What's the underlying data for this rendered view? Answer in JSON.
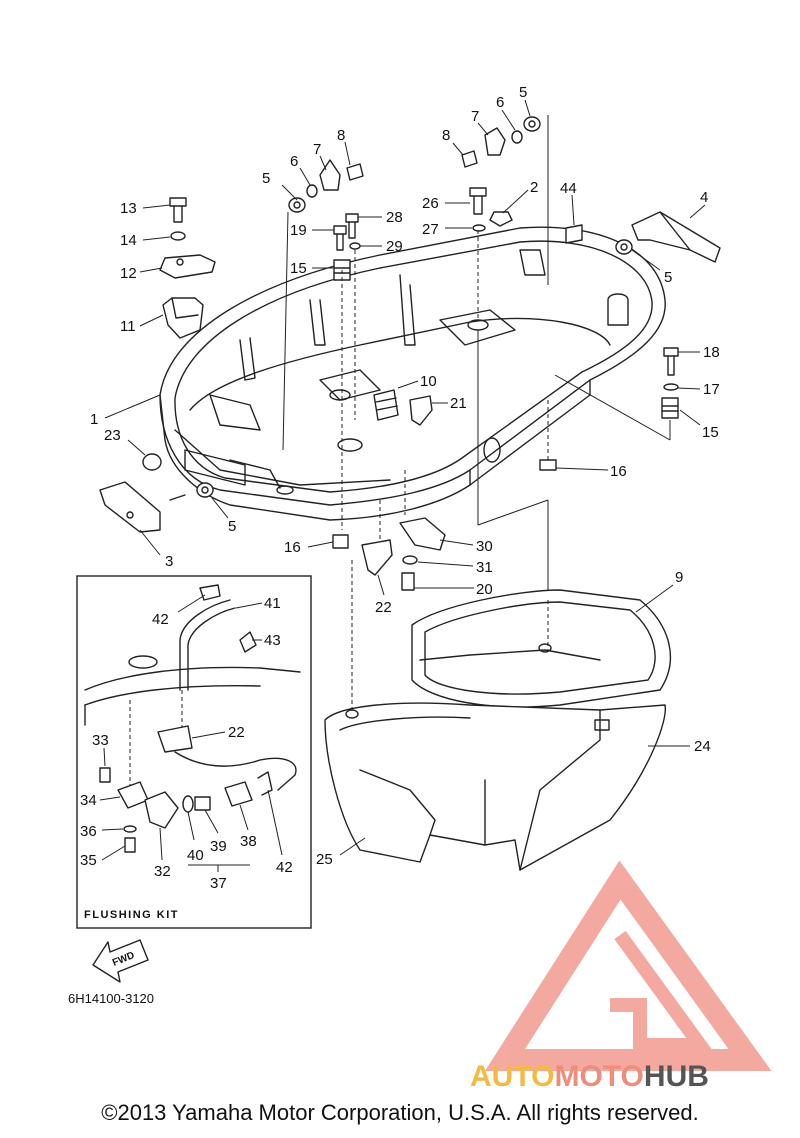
{
  "diagram": {
    "part_code": "6H14100-3120",
    "flushing_kit_title": "FLUSHING KIT",
    "fwd_label": "FWD",
    "callouts": [
      "1",
      "2",
      "3",
      "4",
      "5",
      "5",
      "5",
      "5",
      "6",
      "6",
      "7",
      "7",
      "8",
      "8",
      "9",
      "10",
      "11",
      "12",
      "13",
      "14",
      "15",
      "15",
      "16",
      "16",
      "17",
      "18",
      "19",
      "20",
      "21",
      "22",
      "22",
      "23",
      "24",
      "25",
      "26",
      "27",
      "28",
      "29",
      "30",
      "31",
      "32",
      "33",
      "34",
      "35",
      "36",
      "37",
      "38",
      "39",
      "40",
      "41",
      "42",
      "42",
      "43",
      "44"
    ]
  },
  "watermark": {
    "brand_part1": "AUTO",
    "brand_part2": "MOTO",
    "brand_part3": "HUB",
    "colors": {
      "triangle": "#f29a90",
      "auto": "#f5b942",
      "moto": "#f08c7c",
      "hub": "#555555"
    }
  },
  "footer": {
    "copyright": "©2013 Yamaha Motor Corporation, U.S.A. All rights reserved."
  }
}
